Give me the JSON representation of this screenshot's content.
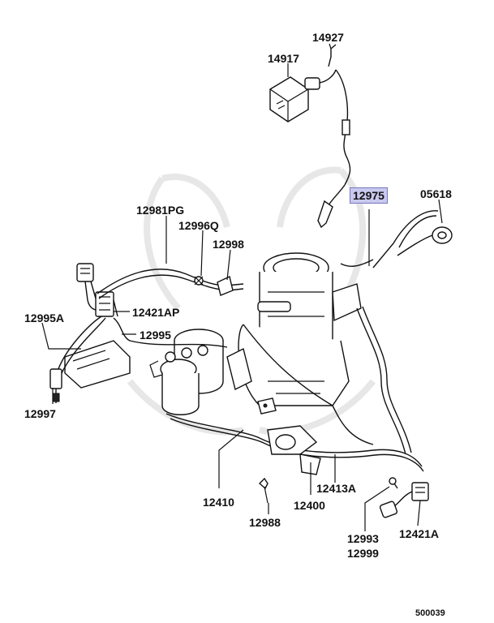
{
  "diagram": {
    "labels": [
      {
        "id": "14927",
        "text": "14927",
        "highlighted": false
      },
      {
        "id": "14917",
        "text": "14917",
        "highlighted": false
      },
      {
        "id": "12975",
        "text": "12975",
        "highlighted": true
      },
      {
        "id": "05618",
        "text": "05618",
        "highlighted": false
      },
      {
        "id": "12981PG",
        "text": "12981PG",
        "highlighted": false
      },
      {
        "id": "12996Q",
        "text": "12996Q",
        "highlighted": false
      },
      {
        "id": "12998",
        "text": "12998",
        "highlighted": false
      },
      {
        "id": "12995A",
        "text": "12995A",
        "highlighted": false
      },
      {
        "id": "12421AP",
        "text": "12421AP",
        "highlighted": false
      },
      {
        "id": "12995",
        "text": "12995",
        "highlighted": false
      },
      {
        "id": "12997",
        "text": "12997",
        "highlighted": false
      },
      {
        "id": "12410",
        "text": "12410",
        "highlighted": false
      },
      {
        "id": "12413A",
        "text": "12413A",
        "highlighted": false
      },
      {
        "id": "12400",
        "text": "12400",
        "highlighted": false
      },
      {
        "id": "12988",
        "text": "12988",
        "highlighted": false
      },
      {
        "id": "12993",
        "text": "12993",
        "highlighted": false
      },
      {
        "id": "12999",
        "text": "12999",
        "highlighted": false
      },
      {
        "id": "12421A",
        "text": "12421A",
        "highlighted": false
      }
    ],
    "figure_number": "500039",
    "colors": {
      "highlight": "#c9c9f0",
      "ink": "#111111"
    }
  }
}
